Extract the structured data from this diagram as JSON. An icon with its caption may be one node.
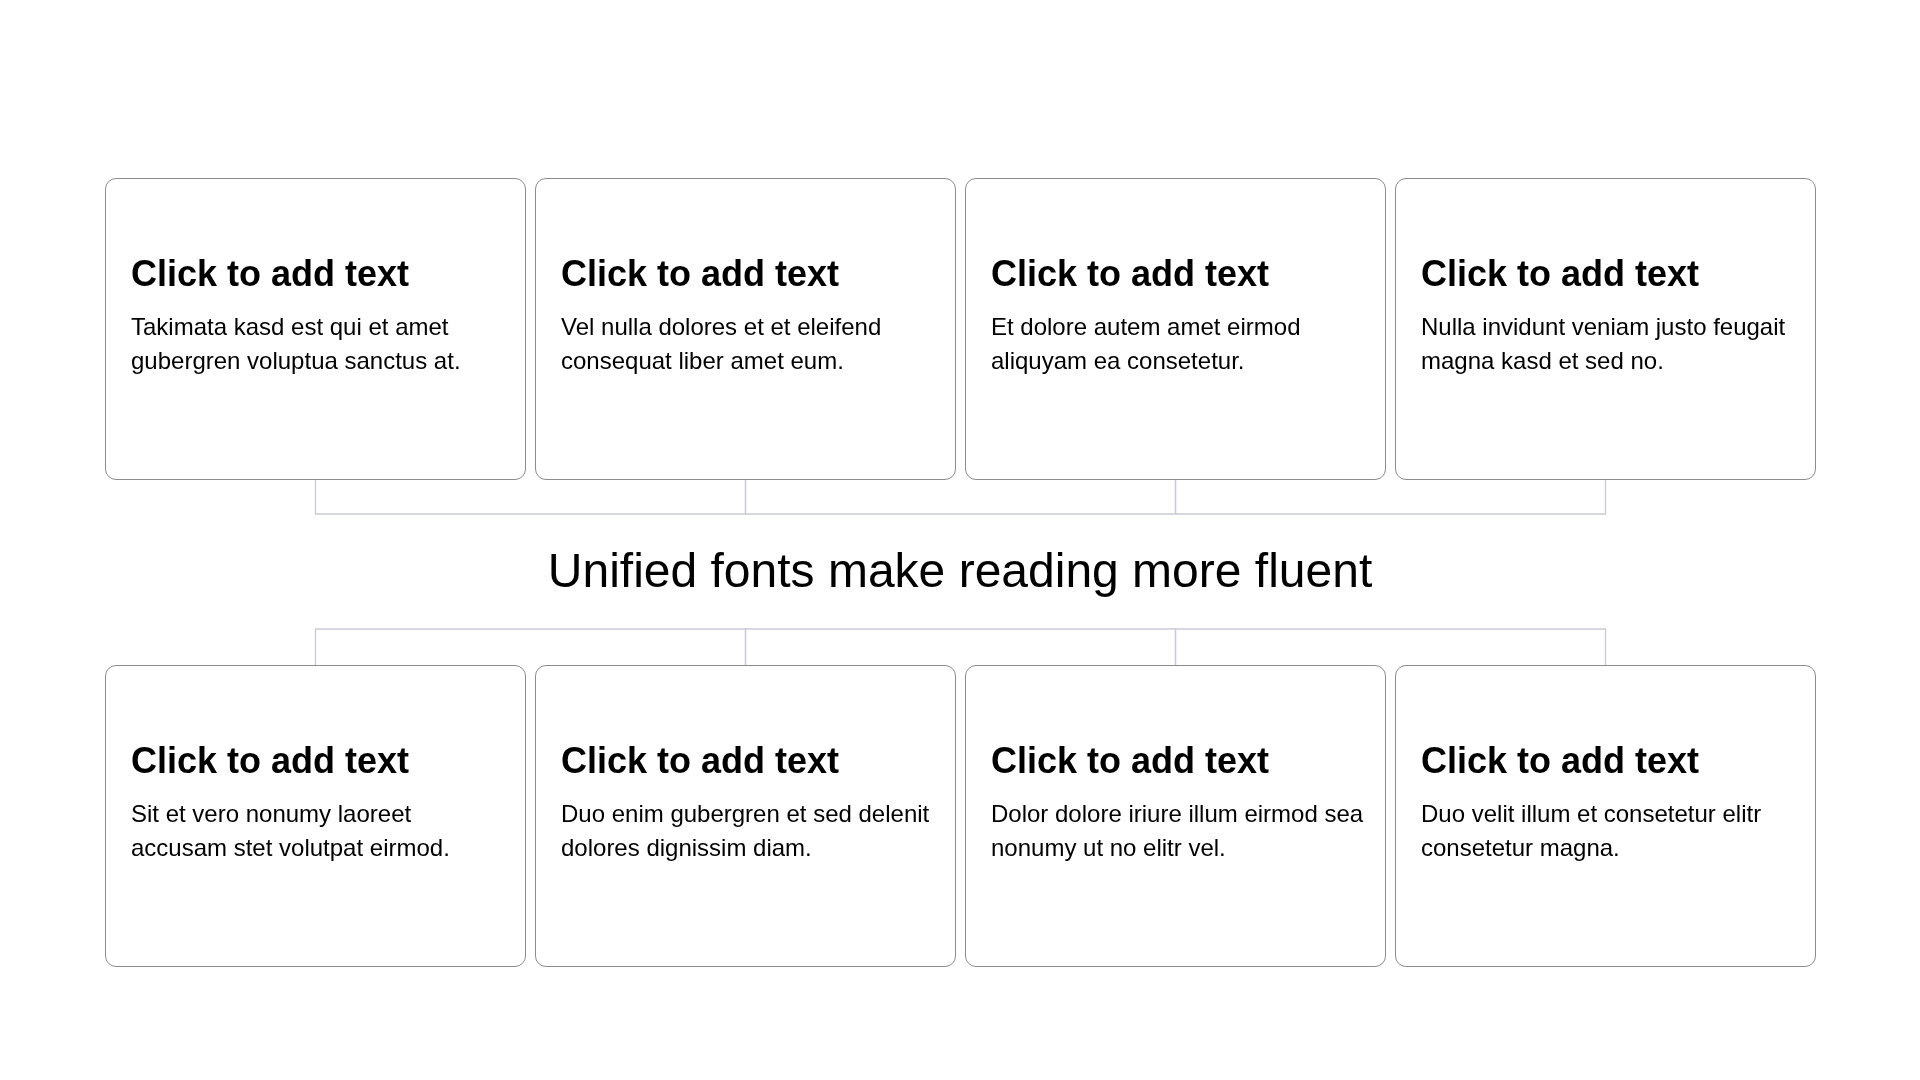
{
  "diagram": {
    "nodes": [
      {
        "text": [
          "Click to add text",
          "Takimata kasd est qui et amet gubergren voluptua sanctus at."
        ]
      },
      {
        "text": [
          "Click to add text",
          "Vel nulla dolores et et eleifend consequat liber amet eum."
        ]
      },
      {
        "text": [
          "Click to add text",
          "Et dolore autem amet eirmod aliquyam ea consetetur."
        ]
      },
      {
        "text": [
          "Click to add text",
          "Nulla invidunt veniam justo feugait magna kasd et sed no."
        ]
      },
      {
        "text": [
          "Click to add text",
          "Sit et vero nonumy laoreet accusam stet volutpat eirmod."
        ]
      },
      {
        "text": [
          "Click to add text",
          "Duo enim gubergren et sed delenit dolores dignissim diam."
        ]
      },
      {
        "text": [
          "Click to add text",
          "Dolor dolore iriure illum eirmod sea nonumy ut no elitr vel."
        ]
      },
      {
        "text": [
          "Click to add text",
          "Duo velit illum et consetetur elitr consetetur magna."
        ]
      }
    ],
    "edges": [
      {
        "from": 0,
        "to": 1,
        "arrow": "none"
      },
      {
        "from": 1,
        "to": 2,
        "arrow": "none"
      },
      {
        "from": 2,
        "to": 3,
        "arrow": "none"
      },
      {
        "from": 4,
        "to": 5,
        "arrow": "none"
      },
      {
        "from": 5,
        "to": 6,
        "arrow": "none"
      },
      {
        "from": 6,
        "to": 7,
        "arrow": "none"
      }
    ],
    "labels": [
      "Unified fonts make reading more fluent"
    ]
  }
}
